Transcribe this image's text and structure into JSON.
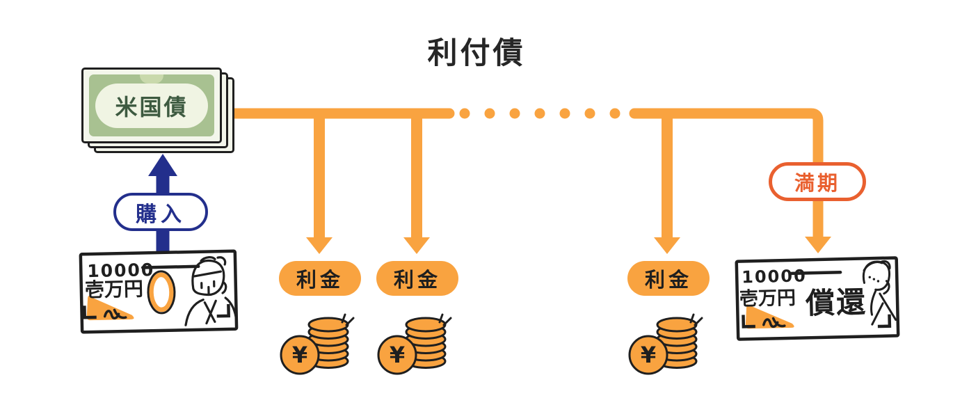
{
  "title": "利付債",
  "bond_certificate": {
    "label": "米国債"
  },
  "purchase_badge": {
    "label": "購入"
  },
  "maturity_badge": {
    "label": "満期"
  },
  "coupon_badges": [
    {
      "label": "利金"
    },
    {
      "label": "利金"
    },
    {
      "label": "利金"
    }
  ],
  "coin": {
    "currency_symbol": "¥"
  },
  "banknote_left": {
    "number": "10000",
    "denomination": "壱万円"
  },
  "banknote_right": {
    "number": "10000",
    "denomination": "壱万円",
    "redemption_label": "償還"
  },
  "colors": {
    "orange": "#F9A340",
    "red_orange": "#E9602F",
    "navy": "#232F8C",
    "bond_green_panel": "#A8C191",
    "bond_text_green": "#3D5A40",
    "ink": "#1f1f1f"
  }
}
